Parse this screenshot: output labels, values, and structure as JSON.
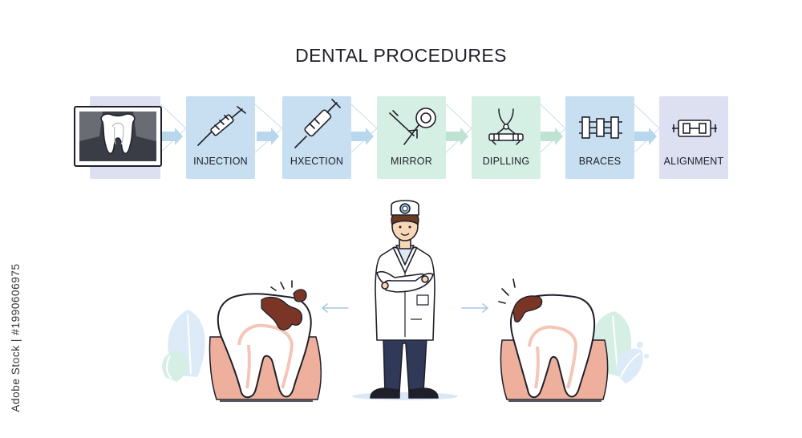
{
  "title": "DENTAL PROCEDURES",
  "side_credit": "Adobe Stock | #1990606975",
  "steps": [
    {
      "label": "",
      "icon": "tooth-xray-icon",
      "color": "#dde0f1"
    },
    {
      "label": "INJECTION",
      "icon": "syringe-icon",
      "color": "#c7dff0"
    },
    {
      "label": "HXECTION",
      "icon": "syringe-icon",
      "color": "#c7dff0"
    },
    {
      "label": "MIRROR",
      "icon": "dental-mirror-icon",
      "color": "#d6efe4"
    },
    {
      "label": "DIPLLING",
      "icon": "dental-forceps-icon",
      "color": "#d6efe4"
    },
    {
      "label": "BRACES",
      "icon": "braces-icon",
      "color": "#c7dff0"
    },
    {
      "label": "ALIGNMENT",
      "icon": "aligner-icon",
      "color": "#dde0f1"
    }
  ],
  "colors": {
    "arrow": "#b9d7ec",
    "decay": "#7a3526",
    "gum": "#eeaf9d",
    "outline": "#1f1f2a",
    "coat": "#ffffff",
    "pants": "#303a58"
  }
}
